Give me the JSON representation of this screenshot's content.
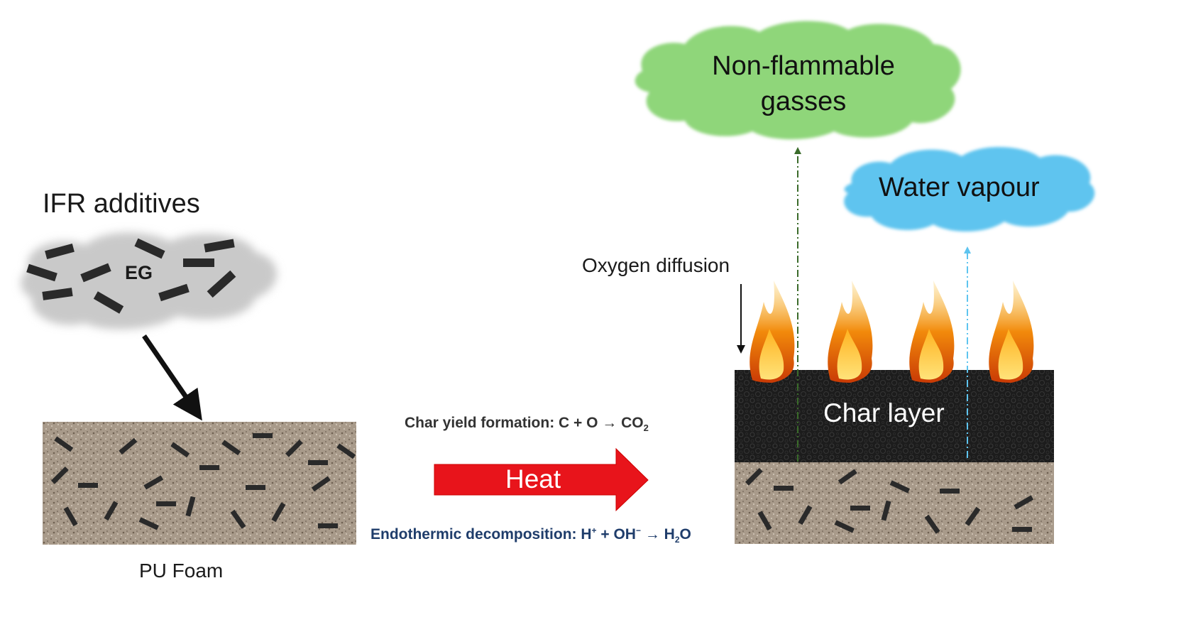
{
  "additives": {
    "title": "IFR additives",
    "cloud_label": "EG"
  },
  "foam": {
    "label": "PU Foam"
  },
  "process": {
    "heat_label": "Heat",
    "char_formation": {
      "text": "Char yield formation: C + O → CO",
      "subscript": "2"
    },
    "endothermic": {
      "prefix": "Endothermic decomposition: H",
      "plus_sup": "+",
      "middle": " + OH",
      "minus_sup": "−",
      "arrow_part": " → H",
      "sub": "2",
      "suffix": "O"
    }
  },
  "result": {
    "char_layer_label": "Char layer",
    "oxygen_label": "Oxygen diffusion",
    "gas_cloud": {
      "line1": "Non-flammable",
      "line2": "gasses"
    },
    "water_cloud": {
      "label": "Water vapour"
    }
  },
  "colors": {
    "heat_arrow": "#e8141b",
    "gas_cloud": "#8fd67a",
    "water_cloud": "#5ec4ef",
    "char_layer": "#222222",
    "foam": "#a89a8a",
    "endothermic_text": "#1f3d6b",
    "gas_arrow": "#3a6b2a",
    "water_arrow": "#5ec4ef"
  }
}
